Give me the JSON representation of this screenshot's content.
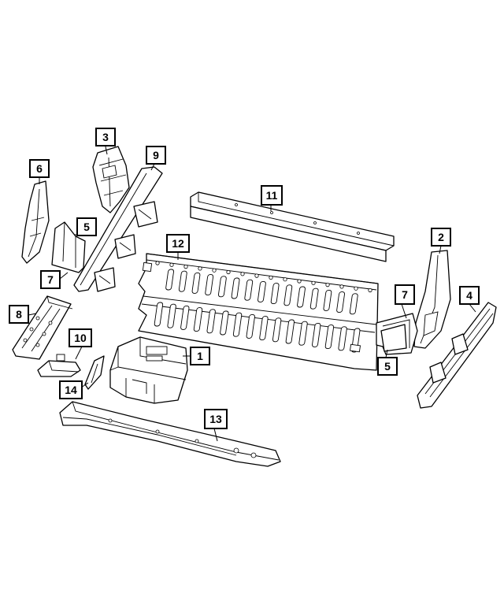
{
  "callouts": {
    "c1": "1",
    "c2": "2",
    "c3": "3",
    "c4": "4",
    "c5a": "5",
    "c5b": "5",
    "c6": "6",
    "c7a": "7",
    "c7b": "7",
    "c8": "8",
    "c9": "9",
    "c10": "10",
    "c11": "11",
    "c12": "12",
    "c13": "13",
    "c14": "14"
  },
  "colors": {
    "line": "#000000",
    "background": "#ffffff"
  }
}
